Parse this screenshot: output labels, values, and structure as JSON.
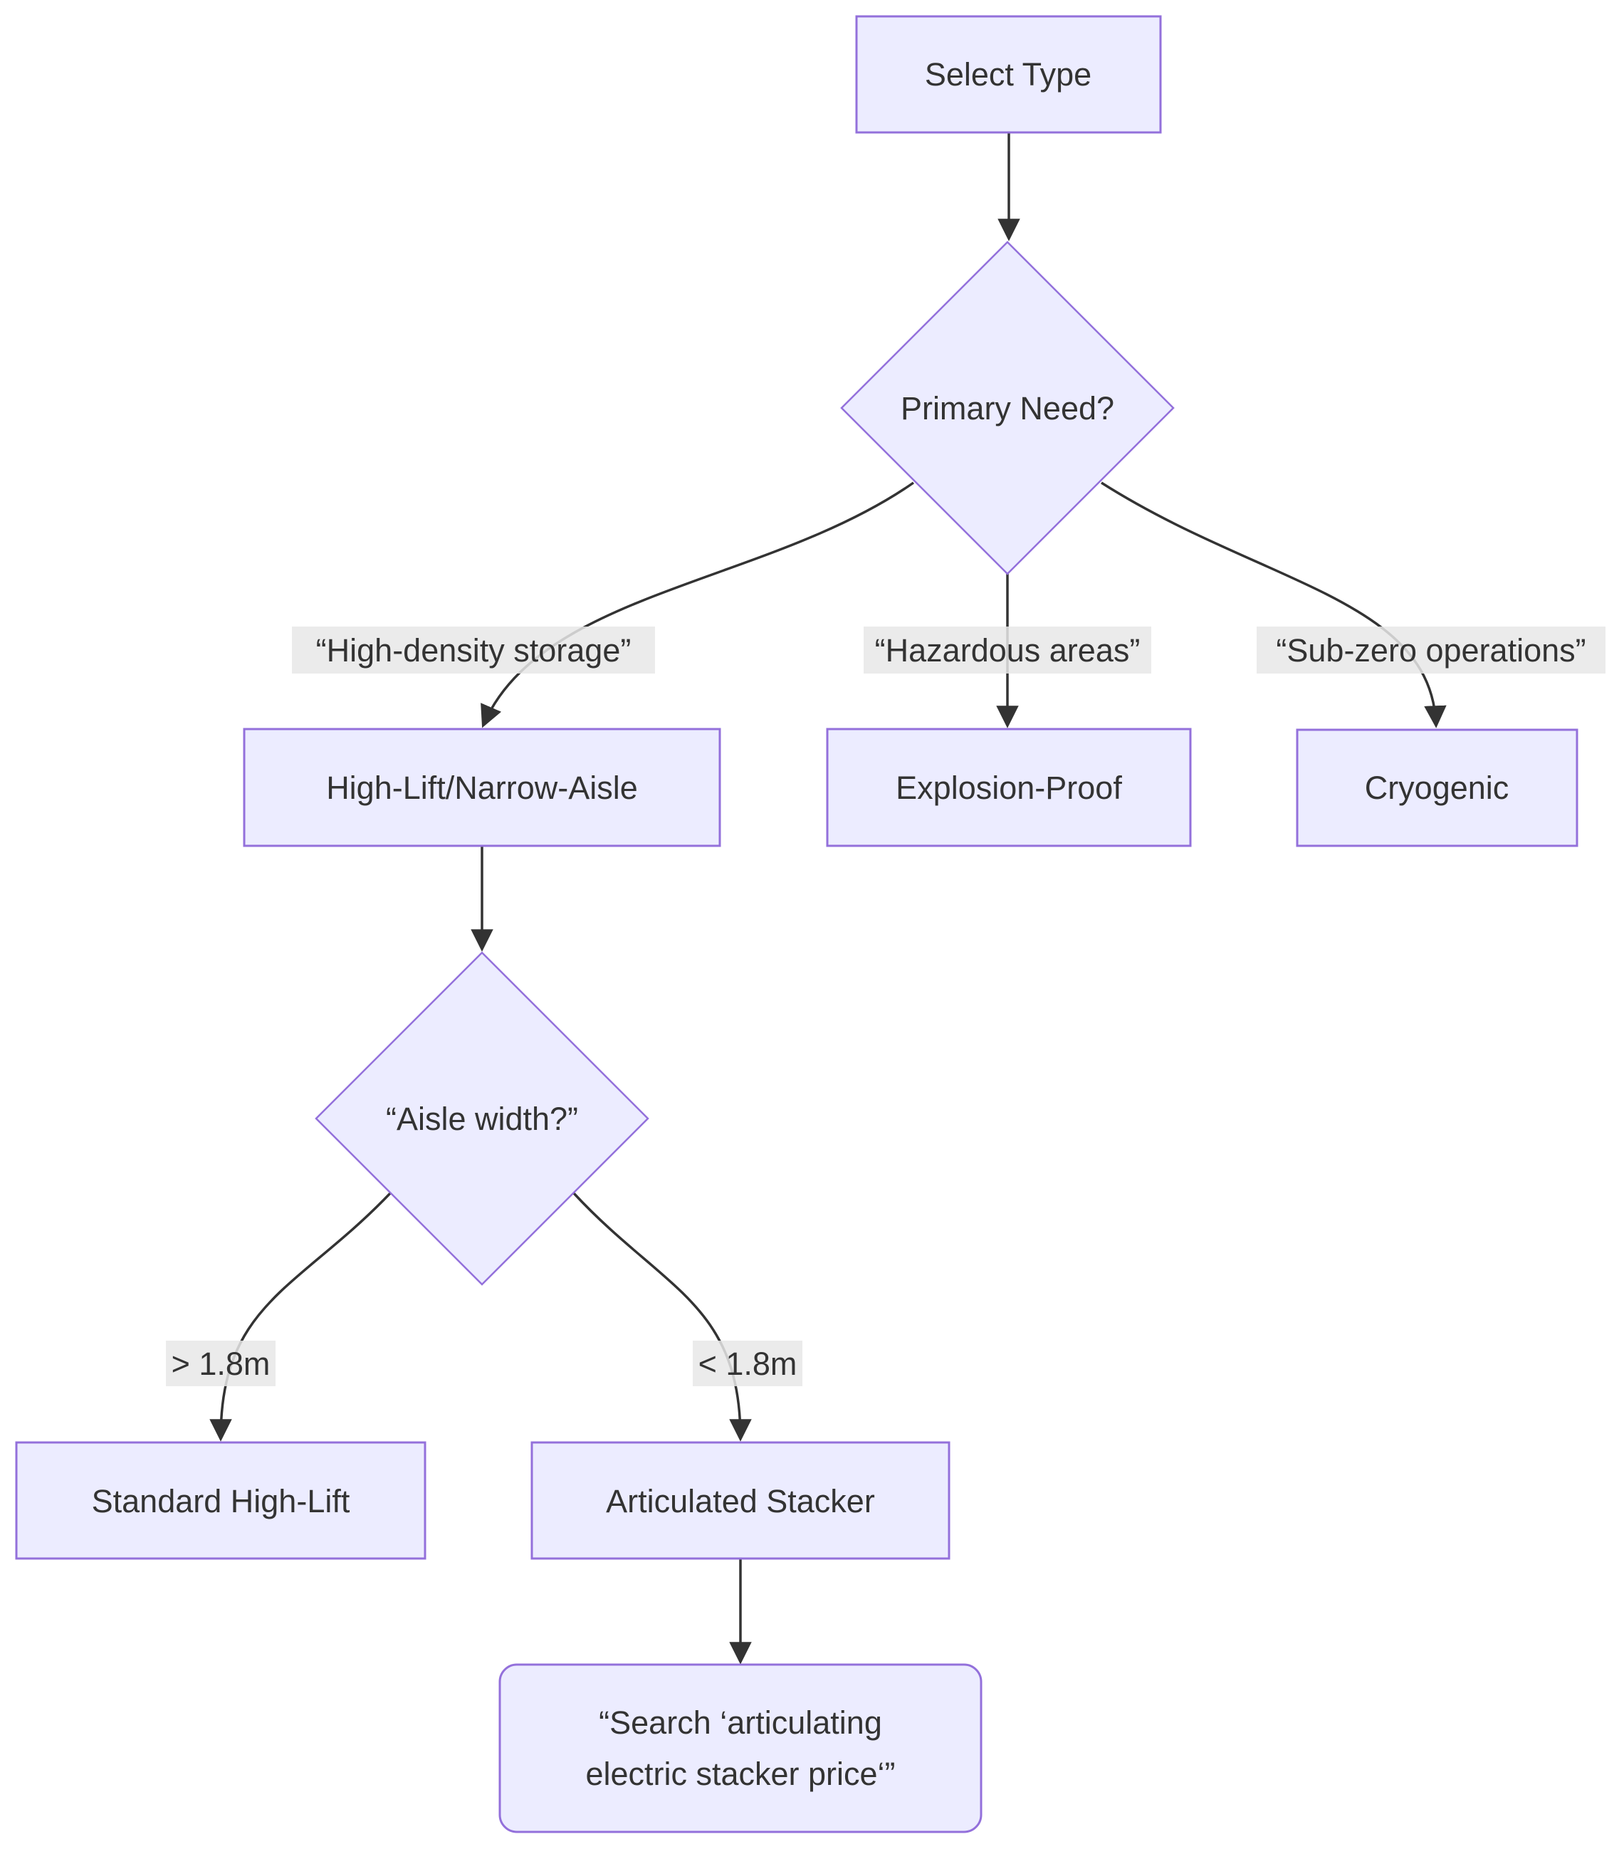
{
  "diagram": {
    "type": "flowchart-decision-tree",
    "colors": {
      "node_fill": "#ECECFF",
      "node_border": "#9370DB",
      "edge_stroke": "#333333",
      "text": "#333333",
      "edge_label_bg": "#e8e8e8",
      "background": "#ffffff"
    },
    "nodes": {
      "select_type": {
        "label": "Select Type",
        "shape": "rect"
      },
      "primary_need": {
        "label": "Primary Need?",
        "shape": "diamond"
      },
      "high_lift_narrow_aisle": {
        "label": "High-Lift/Narrow-Aisle",
        "shape": "rect"
      },
      "explosion_proof": {
        "label": "Explosion-Proof",
        "shape": "rect"
      },
      "cryogenic": {
        "label": "Cryogenic",
        "shape": "rect"
      },
      "aisle_width": {
        "label": "“Aisle width?”",
        "shape": "diamond"
      },
      "standard_high_lift": {
        "label": "Standard High-Lift",
        "shape": "rect"
      },
      "articulated_stacker": {
        "label": "Articulated Stacker",
        "shape": "rect"
      },
      "search_action": {
        "label": "“Search ‘articulating electric stacker price‘”",
        "line1": "“Search ‘articulating",
        "line2": "electric stacker price‘”",
        "shape": "rounded-rect"
      }
    },
    "edge_labels": {
      "high_density_storage": "“High-density storage”",
      "hazardous_areas": "“Hazardous areas”",
      "sub_zero_operations": "“Sub-zero operations”",
      "gt_1_8m": "> 1.8m",
      "lt_1_8m": "< 1.8m"
    },
    "edges": [
      {
        "from": "select_type",
        "to": "primary_need",
        "label": ""
      },
      {
        "from": "primary_need",
        "to": "high_lift_narrow_aisle",
        "label": "“High-density storage”"
      },
      {
        "from": "primary_need",
        "to": "explosion_proof",
        "label": "“Hazardous areas”"
      },
      {
        "from": "primary_need",
        "to": "cryogenic",
        "label": "“Sub-zero operations”"
      },
      {
        "from": "high_lift_narrow_aisle",
        "to": "aisle_width",
        "label": ""
      },
      {
        "from": "aisle_width",
        "to": "standard_high_lift",
        "label": "> 1.8m"
      },
      {
        "from": "aisle_width",
        "to": "articulated_stacker",
        "label": "< 1.8m"
      },
      {
        "from": "articulated_stacker",
        "to": "search_action",
        "label": ""
      }
    ]
  }
}
